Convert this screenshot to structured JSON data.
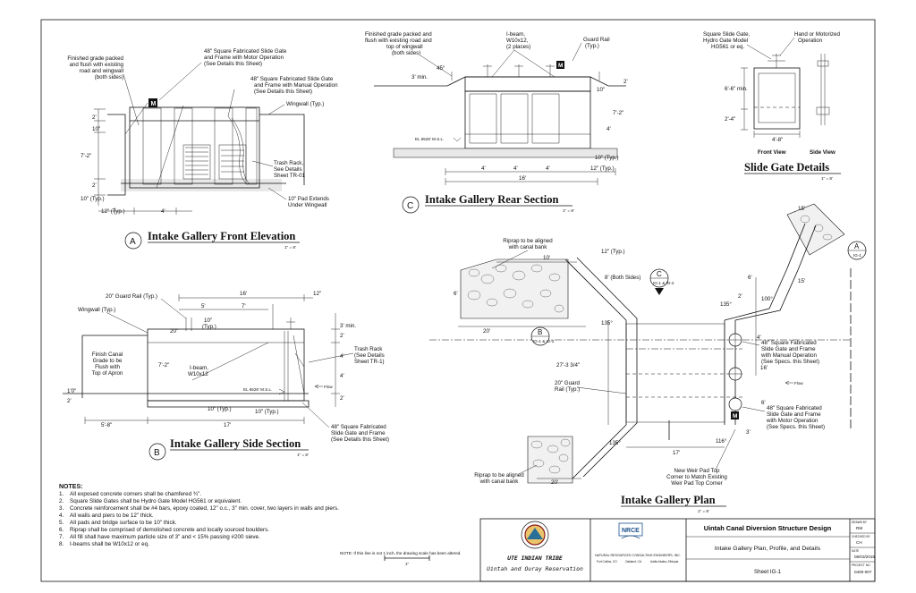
{
  "views": {
    "front_elevation": {
      "letter": "A",
      "title": "Intake Gallery Front Elevation",
      "scale": "1\" = 8'",
      "labels": {
        "finished_grade": [
          "Finished grade packed",
          "and flush with existing",
          "road and wingwall",
          "(both sides)"
        ],
        "gate_motor": [
          "48\" Square Fabricated Slide Gate",
          "and Frame with Motor Operation",
          "(See Details this Sheet)"
        ],
        "gate_manual": [
          "48\" Square Fabricated Slide Gate",
          "and Frame with Manual Operation",
          "(See Details this Sheet)"
        ],
        "wingwall": "Wingwall (Typ.)",
        "trash_rack": [
          "Trash Rack,",
          "See Details",
          "Sheet TR-01"
        ],
        "pad_extends": [
          "10\" Pad Extends",
          "Under Wingwall"
        ],
        "dims": [
          "2'",
          "10\"",
          "7'-2\"",
          "2'",
          "10\" (Typ.)",
          "12\" (Typ.)",
          "4'"
        ],
        "motor_mark": "M"
      }
    },
    "side_section": {
      "letter": "B",
      "title": "Intake Gallery Side Section",
      "scale": "1\" = 8'",
      "labels": {
        "guard_rail": "20\" Guard Rail (Typ.)",
        "wingwall": "Wingwall (Typ.)",
        "finish_canal": [
          "Finish Canal",
          "Grade to be",
          "Flush with",
          "Top of Apron"
        ],
        "ibeam": [
          "I-beam,",
          "W10x12"
        ],
        "el": "EL 6526' M.S.L.",
        "flow": "Flow",
        "trash_rack": [
          "Trash Rack",
          "(See Details",
          "Sheet TR-1)"
        ],
        "gate": [
          "48\" Square Fabricated",
          "Slide Gate and Frame",
          "(See Details this Sheet)"
        ],
        "dims": [
          "16'",
          "12\"",
          "5'",
          "7'",
          "10\"",
          "(Typ.)",
          "20\"",
          "3' min.",
          "2'",
          "7'-2\"",
          "4'",
          "2'",
          "1'0\"",
          "2'",
          "10\" (Typ.)",
          "10\" (Typ.)",
          "5'-8\"",
          "17'",
          "4'"
        ]
      }
    },
    "rear_section": {
      "letter": "C",
      "title": "Intake Gallery Rear Section",
      "scale": "1\" = 8'",
      "labels": {
        "finished_grade": [
          "Finished grade packed and",
          "flush with existing road and",
          "top of wingwall",
          "(both sides)"
        ],
        "ibeam": [
          "I-beam,",
          "W10x12,",
          "(2 places)"
        ],
        "guard_rail": [
          "Guard Rail",
          "(Typ.)"
        ],
        "el": "EL 6526' M.S.L.",
        "dims": [
          "45°",
          "3' min.",
          "2'",
          "10\"",
          "7'-2\"",
          "4'",
          "10\" (Typ.)",
          "4'",
          "4'",
          "4'",
          "12\" (Typ.)",
          "16'"
        ],
        "motor_mark": "M"
      }
    },
    "slide_gate": {
      "title": "Slide Gate Details",
      "scale": "1\" = 8'",
      "labels": {
        "gate_model": [
          "Square Slide Gate,",
          "Hydro Gate Model",
          "HG561 or eq."
        ],
        "operation": [
          "Hand or Motorized",
          "Operation"
        ],
        "front_view": "Front View",
        "side_view": "Side View",
        "dims": [
          "6'-6\" min.",
          "2'-4\"",
          "4'-8\""
        ]
      }
    },
    "plan": {
      "title": "Intake Gallery Plan",
      "scale": "1\" = 8'",
      "labels": {
        "riprap_top": [
          "Riprap to be aligned",
          "with canal bank"
        ],
        "riprap_bottom": [
          "Riprap to be aligned",
          "with canal bank"
        ],
        "both_sides": [
          "8' (Both Sides)"
        ],
        "guard_rail": [
          "20\" Guard",
          "Rail (Typ.)"
        ],
        "gate_manual": [
          "48\" Square Fabricated",
          "Slide Gate and Frame",
          "with Manual Operation",
          "(See Specs. this Sheet)"
        ],
        "gate_motor": [
          "48\" Square Fabricated",
          "Slide Gate and Frame",
          "with Motor Operation",
          "(See Specs. this Sheet)"
        ],
        "flow": "Flow",
        "weir": [
          "New Weir Pad Top",
          "Corner to Match Existing",
          "Weir Pad Top Corner"
        ],
        "dims": [
          "10'",
          "12\" (Typ.)",
          "6'",
          "20'",
          "135°",
          "27'-3 3/4\"",
          "135°",
          "20'",
          "17'",
          "116°",
          "6'",
          "2'",
          "135°",
          "100°",
          "16'",
          "15'",
          "15'",
          "4'",
          "3'",
          "6'"
        ],
        "section_refs": [
          {
            "letter": "A",
            "sheet": "IG-1"
          },
          {
            "letter": "B",
            "sheet": "IG-1 & IG-2"
          },
          {
            "letter": "C",
            "sheet": "IG-1 & IG-2"
          }
        ],
        "motor_mark": "M"
      }
    }
  },
  "notes": {
    "heading": "NOTES:",
    "items": [
      {
        "num": "1.",
        "text": "All exposed concrete corners shall be chamfered ¾\"."
      },
      {
        "num": "2.",
        "text": "Square Slide Gates shall be Hydro Gate Model HG561 or equivalent."
      },
      {
        "num": "3.",
        "text": "Concrete reinforcement shall be #4 bars, epoxy coated, 12\" o.c., 3\" min. cover, two layers in walls and piers."
      },
      {
        "num": "4.",
        "text": "All walls and piers to be 12\" thick."
      },
      {
        "num": "5.",
        "text": "All pads and bridge surface to be 10\" thick."
      },
      {
        "num": "6.",
        "text": "Riprap shall be comprised of demolished concrete and locally sourced boulders."
      },
      {
        "num": "7.",
        "text": "All fill shall have maximum particle size of 3\" and < 15% passing #200 sieve."
      },
      {
        "num": "8.",
        "text": "I-beams shall be W10x12 or eq."
      }
    ]
  },
  "scale_note": {
    "text": "NOTE:  If this line is not 1 inch, the drawing scale has been altered.",
    "bar": "1\""
  },
  "title_block": {
    "tribe": "UTE INDIAN TRIBE",
    "reservation": "Uintah and Ouray Reservation",
    "firm_logo": "NRCE",
    "firm_name": "NATURAL RESOURCES CONSULTING ENGINEERS, INC.",
    "firm_offices": [
      "Fort Collins, CO",
      "Oakland, CA",
      "Addis Ababa, Ethiopia"
    ],
    "project": "Uintah Canal Diversion Structure Design",
    "sheet_title": "Intake Gallery Plan, Profile, and Details",
    "sheet_no": "Sheet IG-1",
    "drawn_by_label": "DRAWN BY",
    "drawn_by": "RM",
    "checked_label": "CHECKED BY",
    "checked_by": "CH",
    "date_label": "DATE",
    "date": "08/03/2015",
    "project_no_label": "PROJECT NO.",
    "project_no": "0400-007"
  }
}
